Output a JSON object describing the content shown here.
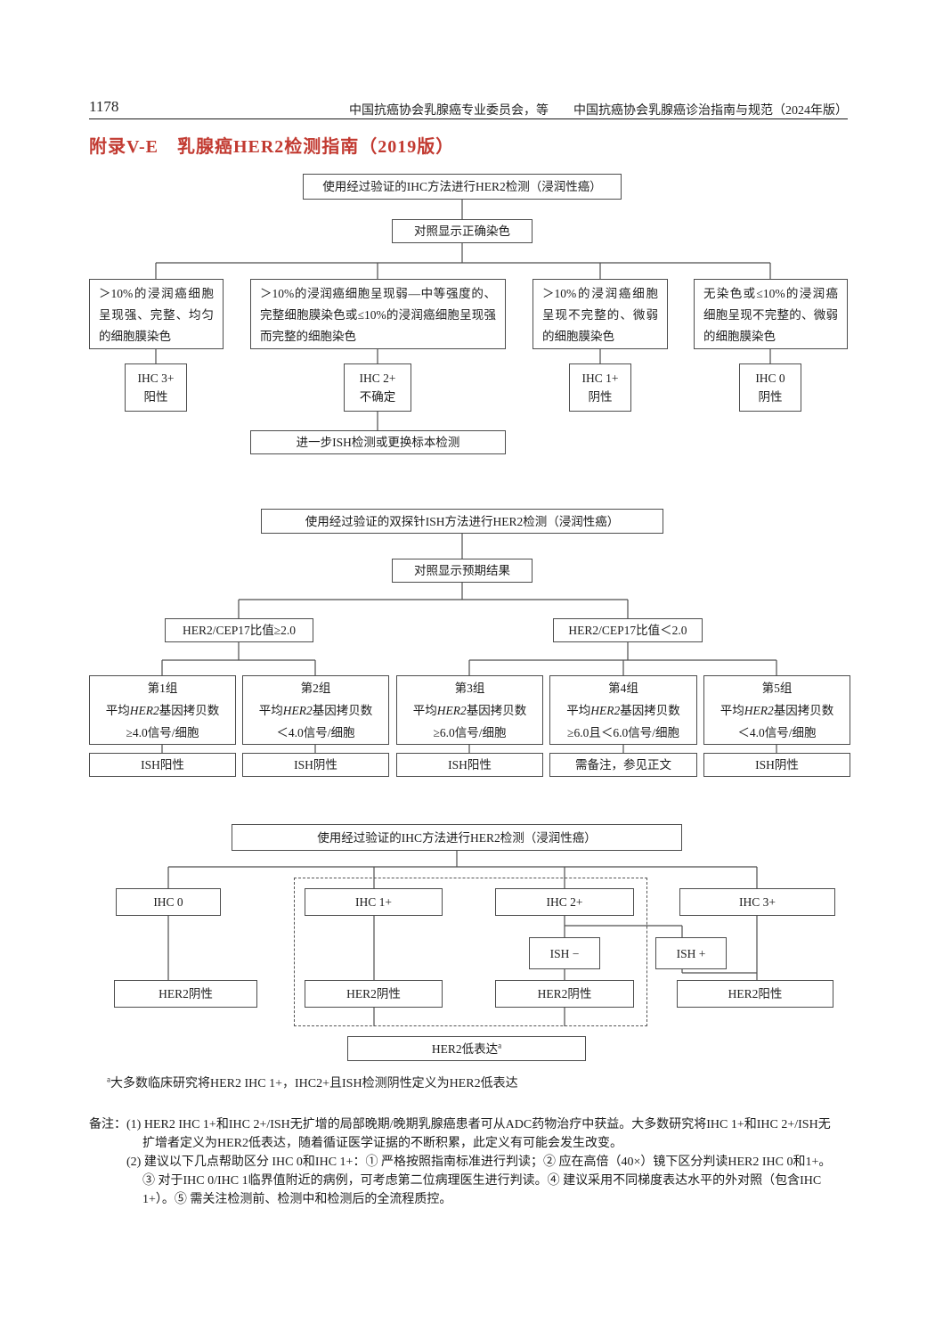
{
  "page": {
    "page_number": "1178",
    "header_right": "中国抗癌协会乳腺癌专业委员会，等　　中国抗癌协会乳腺癌诊治指南与规范（2024年版）",
    "title": "附录V-E　乳腺癌HER2检测指南（2019版）"
  },
  "colors": {
    "title_red": "#c23a31",
    "border": "#4d4d4d",
    "line": "#4d4d4d"
  },
  "chart1": {
    "top": "使用经过验证的IHC方法进行HER2检测（浸润性癌）",
    "control": "对照显示正确染色",
    "conditions": [
      "＞10%的浸润癌细胞呈现强、完整、均匀的细胞膜染色",
      "＞10%的浸润癌细胞呈现弱—中等强度的、完整细胞膜染色或≤10%的浸润癌细胞呈现强而完整的细胞染色",
      "＞10%的浸润癌细胞呈现不完整的、微弱的细胞膜染色",
      "无染色或≤10%的浸润癌细胞呈现不完整的、微弱的细胞膜染色"
    ],
    "results": [
      {
        "line1": "IHC 3+",
        "line2": "阳性"
      },
      {
        "line1": "IHC 2+",
        "line2": "不确定"
      },
      {
        "line1": "IHC 1+",
        "line2": "阴性"
      },
      {
        "line1": "IHC 0",
        "line2": "阴性"
      }
    ],
    "further": "进一步ISH检测或更换标本检测"
  },
  "chart2": {
    "top": "使用经过验证的双探针ISH方法进行HER2检测（浸润性癌）",
    "control": "对照显示预期结果",
    "branch_left": "HER2/CEP17比值≥2.0",
    "branch_right": "HER2/CEP17比值＜2.0",
    "groups": [
      {
        "name": "第1组",
        "avg_pre": "平均",
        "gene": "HER2",
        "avg_post": "基因拷贝数",
        "range": "≥4.0信号/细胞",
        "result": "ISH阳性"
      },
      {
        "name": "第2组",
        "avg_pre": "平均",
        "gene": "HER2",
        "avg_post": "基因拷贝数",
        "range": "＜4.0信号/细胞",
        "result": "ISH阴性"
      },
      {
        "name": "第3组",
        "avg_pre": "平均",
        "gene": "HER2",
        "avg_post": "基因拷贝数",
        "range": "≥6.0信号/细胞",
        "result": "ISH阳性"
      },
      {
        "name": "第4组",
        "avg_pre": "平均",
        "gene": "HER2",
        "avg_post": "基因拷贝数",
        "range": "≥6.0且＜6.0信号/细胞",
        "result": "需备注，参见正文"
      },
      {
        "name": "第5组",
        "avg_pre": "平均",
        "gene": "HER2",
        "avg_post": "基因拷贝数",
        "range": "＜4.0信号/细胞",
        "result": "ISH阴性"
      }
    ]
  },
  "chart3": {
    "top": "使用经过验证的IHC方法进行HER2检测（浸润性癌）",
    "ihc": [
      "IHC 0",
      "IHC 1+",
      "IHC 2+",
      "IHC 3+"
    ],
    "ish_neg": "ISH −",
    "ish_pos": "ISH +",
    "results": [
      "HER2阴性",
      "HER2阴性",
      "HER2阴性",
      "HER2阳性"
    ],
    "low_label": "HER2低表达",
    "low_sup": "a"
  },
  "footnote": {
    "sup": "a",
    "text": "大多数临床研究将HER2 IHC 1+，IHC2+且ISH检测阴性定义为HER2低表达"
  },
  "notes": {
    "label": "备注：",
    "lines": [
      "(1) HER2 IHC 1+和IHC 2+/ISH无扩增的局部晚期/晚期乳腺癌患者可从ADC药物治疗中获益。大多数研究将IHC 1+和IHC 2+/ISH无",
      "扩增者定义为HER2低表达，随着循证医学证据的不断积累，此定义有可能会发生改变。",
      "(2) 建议以下几点帮助区分 IHC 0和IHC 1+：① 严格按照指南标准进行判读；② 应在高倍（40×）镜下区分判读HER2 IHC 0和1+。",
      "③ 对于IHC 0/IHC 1临界值附近的病例，可考虑第二位病理医生进行判读。④ 建议采用不同梯度表达水平的外对照（包含IHC",
      "1+）。⑤ 需关注检测前、检测中和检测后的全流程质控。"
    ]
  }
}
